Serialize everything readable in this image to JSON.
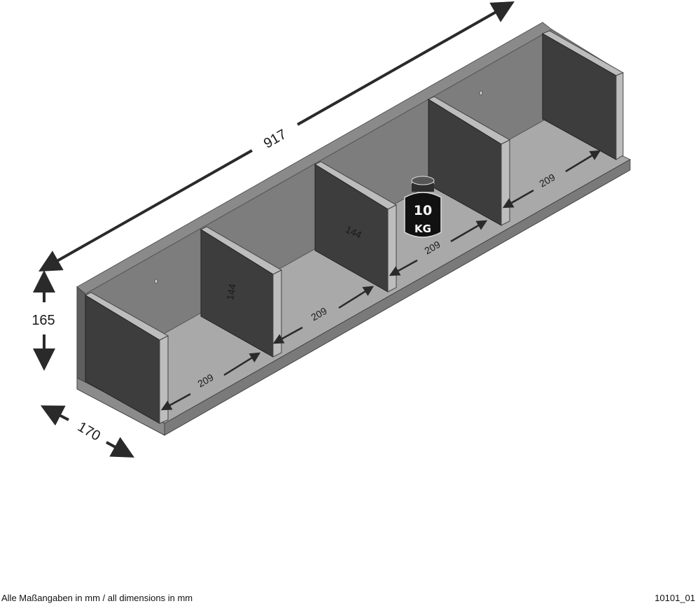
{
  "dimensions": {
    "width": "917",
    "height": "165",
    "depth": "170",
    "compartment_width": "209",
    "divider_height": "144"
  },
  "weight": {
    "value": "10",
    "unit": "KG"
  },
  "footer": {
    "note": "Alle Maßangaben in mm / all dimensions in mm",
    "code": "10101_01"
  }
}
